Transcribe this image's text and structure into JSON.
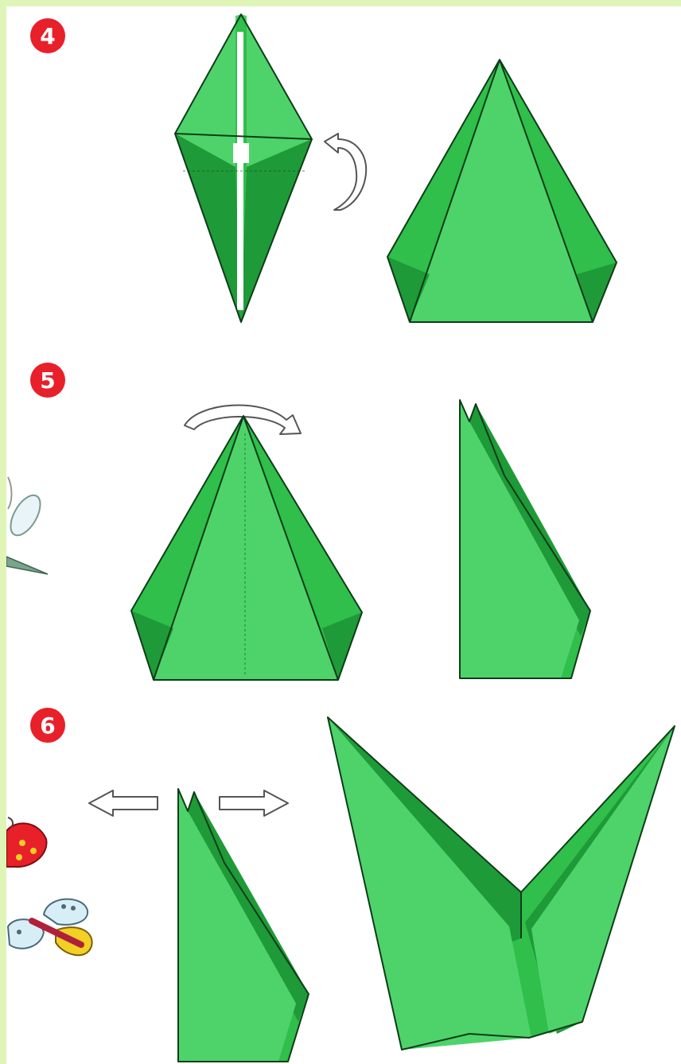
{
  "steps": [
    {
      "number": "4"
    },
    {
      "number": "5"
    },
    {
      "number": "6"
    }
  ],
  "colors": {
    "paper": "#2fbf4a",
    "paper_dark": "#1f9a38",
    "paper_light": "#4ed36a",
    "outline": "#0d3d18",
    "badge": "#e8202a",
    "arrow_outline": "#555555",
    "frame": "#dff5b8"
  },
  "icons": [
    "flip-arrow-icon",
    "turn-over-arrow-icon",
    "pull-apart-left-arrow-icon",
    "pull-apart-right-arrow-icon",
    "dragonfly-icon",
    "ladybug-icon",
    "butterfly-icon"
  ]
}
